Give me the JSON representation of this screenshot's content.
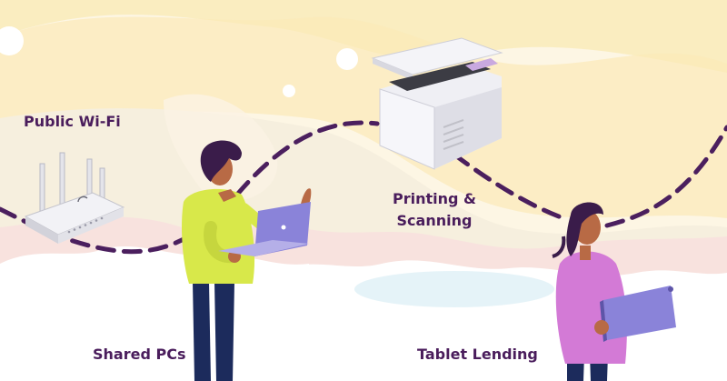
{
  "labels": {
    "public_wifi": "Public Wi-Fi",
    "printing_line1": "Printing &",
    "printing_line2": "Scanning",
    "shared_pcs": "Shared PCs",
    "tablet_lending": "Tablet Lending"
  },
  "colors": {
    "label_text": "#4a1d5c",
    "dashed_path": "#4b1f5e",
    "background_warm": "#fdf3d8",
    "background_pink": "#f9dedd",
    "cloud": "#ffffff",
    "person_left_shirt": "#d8e84a",
    "person_right_shirt": "#d37ad6",
    "pants": "#1c2b5c",
    "skin": "#b86a45",
    "hair": "#3a1c4a",
    "device": "#8a83d9"
  },
  "icons": [
    "wifi-router-icon",
    "printer-scanner-icon",
    "laptop-icon",
    "tablet-icon"
  ]
}
